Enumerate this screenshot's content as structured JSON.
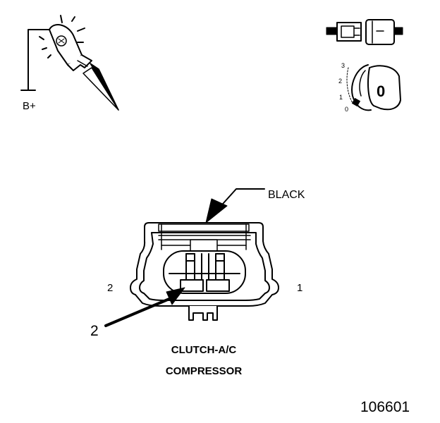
{
  "probe": {
    "label": "B+",
    "icon": "test-light-probe-icon"
  },
  "disconnect_icon": "connector-disconnected-icon",
  "ignition": {
    "icon": "ignition-key-icon",
    "positions": [
      "3",
      "2",
      "1",
      "0"
    ],
    "current_position": "0"
  },
  "connector": {
    "color_label": "BLACK",
    "pin_left": "2",
    "pin_right": "1",
    "callout": "2",
    "title_line1": "CLUTCH-A/C",
    "title_line2": "COMPRESSOR"
  },
  "figure_number": "106601"
}
